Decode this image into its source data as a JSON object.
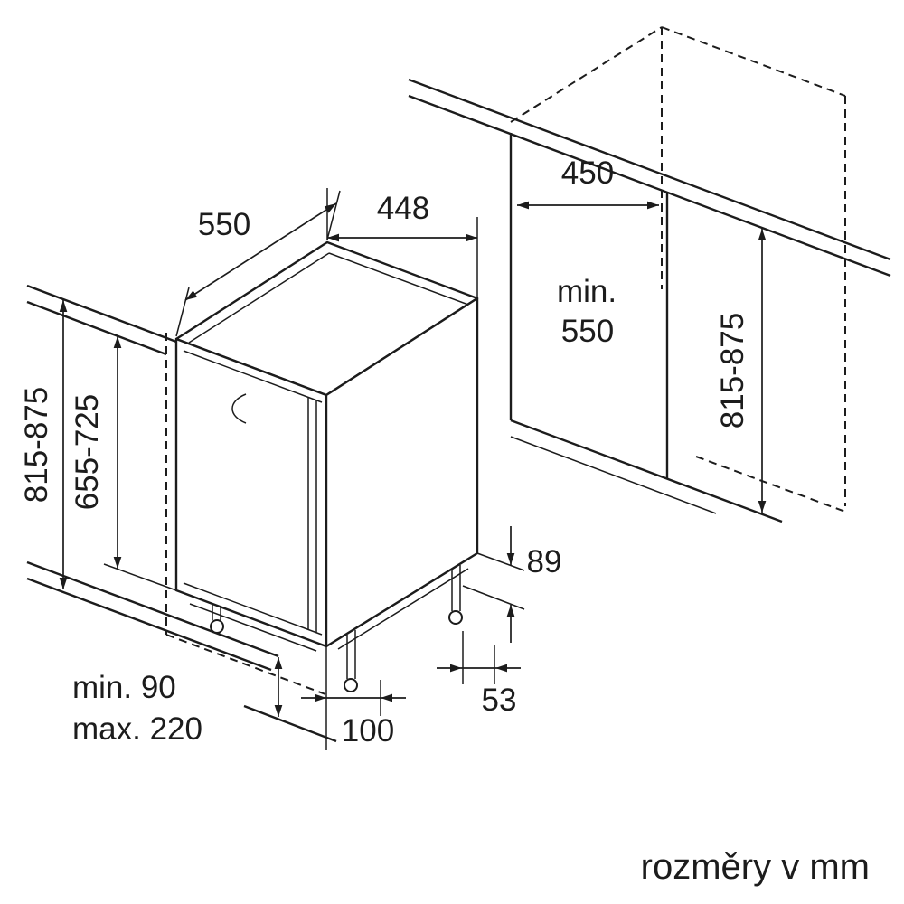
{
  "meta": {
    "caption": "rozměry v mm"
  },
  "colors": {
    "line": "#1c1c1c",
    "background": "#ffffff"
  },
  "dims": {
    "top_depth": "550",
    "top_width": "448",
    "niche_width": "450",
    "niche_depth_l1": "min.",
    "niche_depth_l2": "550",
    "left_height": "815-875",
    "door_height": "655-725",
    "right_height": "815-875",
    "base_height": "89",
    "side_gap": "53",
    "foot_offset": "100",
    "plinth_min": "min. 90",
    "plinth_max": "max. 220"
  }
}
